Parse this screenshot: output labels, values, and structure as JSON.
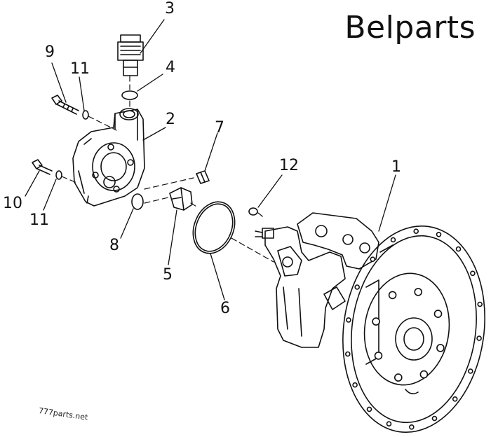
{
  "brand": "Belparts",
  "watermark": "777parts.net",
  "callouts": {
    "c1": "1",
    "c2": "2",
    "c3": "3",
    "c4": "4",
    "c5": "5",
    "c6": "6",
    "c7": "7",
    "c8": "8",
    "c9": "9",
    "c10": "10",
    "c11a": "11",
    "c11b": "11",
    "c12": "12"
  },
  "colors": {
    "ink": "#111111",
    "background": "#ffffff"
  }
}
